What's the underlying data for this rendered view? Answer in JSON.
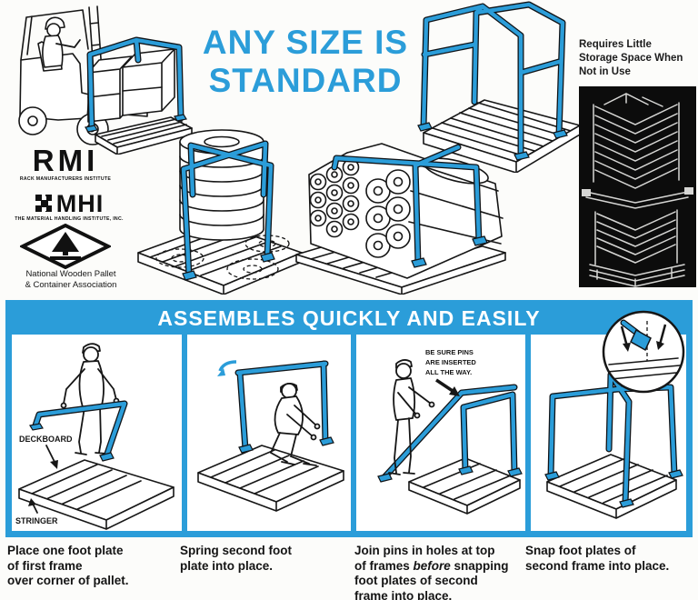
{
  "title": "ANY SIZE IS\nSTANDARD",
  "storage_note": "Requires Little\nStorage Space When\nNot in Use",
  "logos": {
    "rmi_abbr": "RMI",
    "rmi_full": "RACK MANUFACTURERS INSTITUTE",
    "mhi_abbr": "MHI",
    "mhi_full": "THE MATERIAL HANDLING INSTITUTE, INC.",
    "nwpca": "National Wooden Pallet\n& Container Association"
  },
  "assembly": {
    "header": "ASSEMBLES QUICKLY AND EASILY",
    "step1": {
      "labels": {
        "deckboard": "DECKBOARD",
        "stringer": "STRINGER"
      },
      "caption": [
        {
          "t": "Place one foot plate\nof first frame\nover corner of pallet."
        }
      ]
    },
    "step2": {
      "caption": [
        {
          "t": "Spring second foot\nplate into place."
        }
      ]
    },
    "step3": {
      "note": [
        "BE SURE PINS",
        "ARE INSERTED",
        "ALL THE WAY."
      ],
      "caption": [
        {
          "t": "Join pins in holes at top\nof frames "
        },
        {
          "t": "before",
          "i": true
        },
        {
          "t": " snapping\nfoot plates of second\nframe into place."
        }
      ]
    },
    "step4": {
      "caption": [
        {
          "t": "Snap foot plates of\nsecond frame into place."
        }
      ]
    }
  },
  "colors": {
    "accent_blue": "#2b9dd9",
    "ink": "#161616",
    "photo_bg": "#0c0c0c"
  }
}
